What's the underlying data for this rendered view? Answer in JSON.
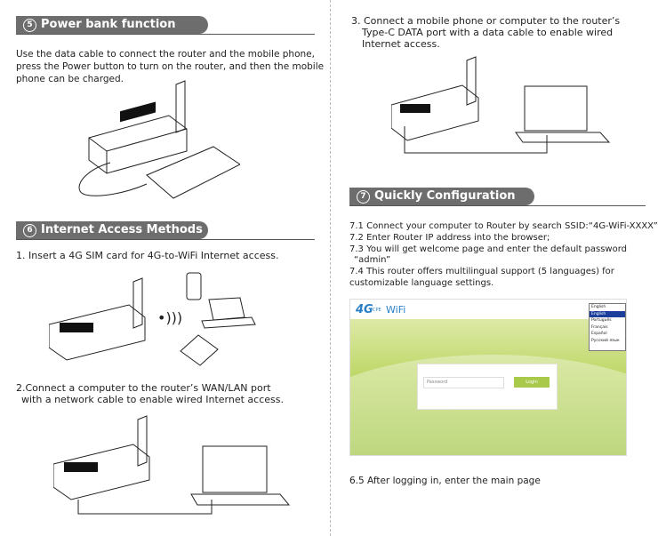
{
  "sections": {
    "s5": {
      "num": "5",
      "title": "Power bank function",
      "lines": [
        "Use the data cable to connect the router and the mobile phone,",
        "press the Power button to turn on the router, and then the mobile",
        "phone can be charged."
      ]
    },
    "s6": {
      "num": "6",
      "title": "Internet Access Methods",
      "step1": "1. Insert a 4G SIM card for 4G-to-WiFi Internet access.",
      "step2": [
        "2.Connect a computer to the router’s WAN/LAN port",
        "with a network cable to enable wired Internet access."
      ]
    },
    "s3": {
      "lines": [
        "3. Connect a mobile phone or computer to the router’s",
        "Type-C DATA port with a data cable to enable wired",
        "Internet access."
      ]
    },
    "s7": {
      "num": "7",
      "title": "Quickly Configuration Gide",
      "lines": [
        "7.1 Connect your computer to Router by search SSID:“4G-WiFi-XXXX”",
        "7.2 Enter Router IP address into the browser;",
        "7.3 You will get welcome page and enter the default password",
        "“admin”",
        "7.4 This router offers multilingual support (5 languages) for",
        "customizable language settings."
      ]
    },
    "footer": "6.5 After logging in, enter the main page"
  },
  "login_screen": {
    "logo_4g": "4G",
    "logo_cpe": "CPE",
    "logo_wifi": "WiFi",
    "password_placeholder": "Password",
    "login_button": "Login",
    "languages": [
      "English",
      "English",
      "Português",
      "Français",
      "Español",
      "Русский язык"
    ]
  }
}
